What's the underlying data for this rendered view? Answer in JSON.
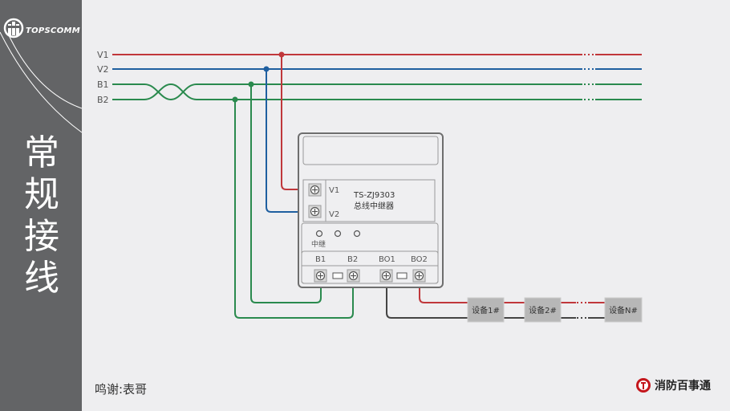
{
  "sidebar": {
    "logo_text": "TOPSCOMM",
    "title_chars": [
      "常",
      "规",
      "接",
      "线"
    ]
  },
  "bus_lines": [
    {
      "label": "V1",
      "color": "#c0373b"
    },
    {
      "label": "V2",
      "color": "#1f5fa0"
    },
    {
      "label": "B1",
      "color": "#2a8a4e"
    },
    {
      "label": "B2",
      "color": "#2a8a4e"
    }
  ],
  "device": {
    "model": "TS-ZJ9303",
    "name": "总线中继器",
    "power_terminals": [
      "V1",
      "V2"
    ],
    "indicator_label": "中继",
    "bottom_terminals": [
      "B1",
      "B2",
      "BO1",
      "BO2"
    ]
  },
  "output_devices": [
    "设备1#",
    "设备2#",
    "设备N#"
  ],
  "colors": {
    "red": "#c0373b",
    "blue": "#1f5fa0",
    "green": "#2a8a4e",
    "dark": "#444444",
    "sidebar": "#636466",
    "device_box": "#b7b7b7"
  },
  "footer": {
    "credit": "鸣谢:表哥",
    "brand": "消防百事通"
  }
}
